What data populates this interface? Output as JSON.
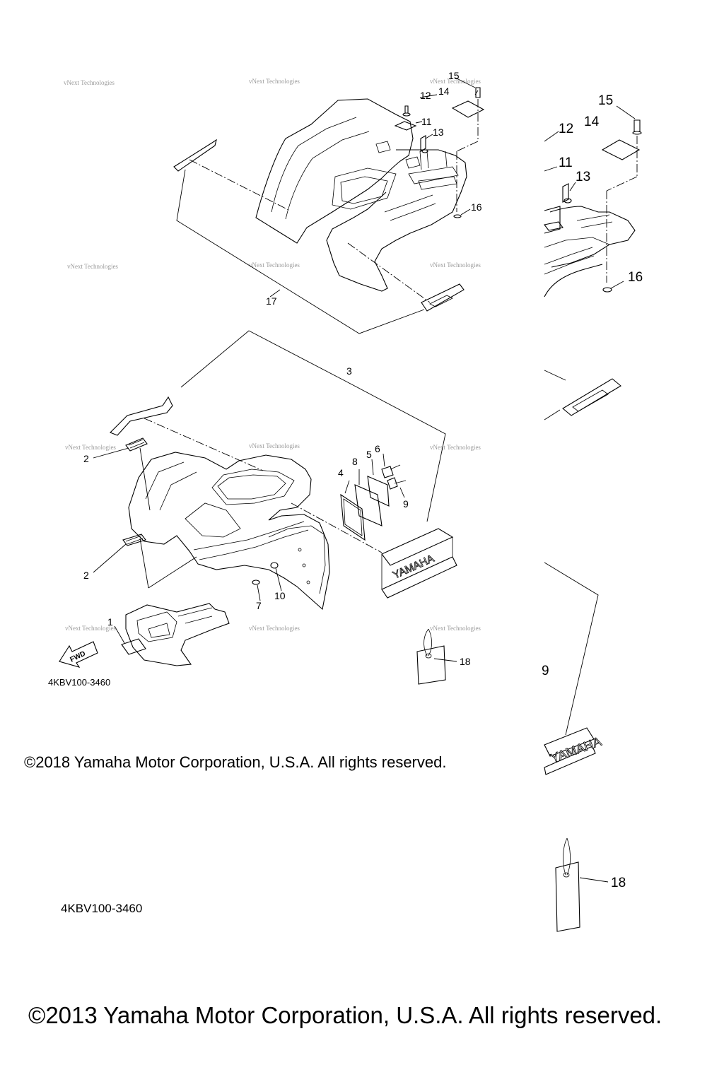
{
  "copyright_inset": "©2018 Yamaha Motor Corporation, U.S.A. All rights reserved.",
  "copyright_main": "©2013 Yamaha Motor Corporation, U.S.A. All rights reserved.",
  "diagram_code_inset": "4KBV100-3460",
  "diagram_code_main": "4KBV100-3460",
  "watermark_text": "vNext Technologies",
  "decals": {
    "fwd": "FWD",
    "yamaha": "YAMAHA"
  },
  "callouts": {
    "c1": "1",
    "c2a": "2",
    "c2b": "2",
    "c3": "3",
    "c4": "4",
    "c5": "5",
    "c6": "6",
    "c7": "7",
    "c8": "8",
    "c9": "9",
    "c10": "10",
    "c11": "11",
    "c12": "12",
    "c13": "13",
    "c14": "14",
    "c15": "15",
    "c16": "16",
    "c17": "17",
    "c18": "18"
  },
  "callouts_zoom": {
    "c11": "11",
    "c12": "12",
    "c13": "13",
    "c14": "14",
    "c15": "15",
    "c16": "16",
    "c18": "18",
    "c9": "9"
  }
}
